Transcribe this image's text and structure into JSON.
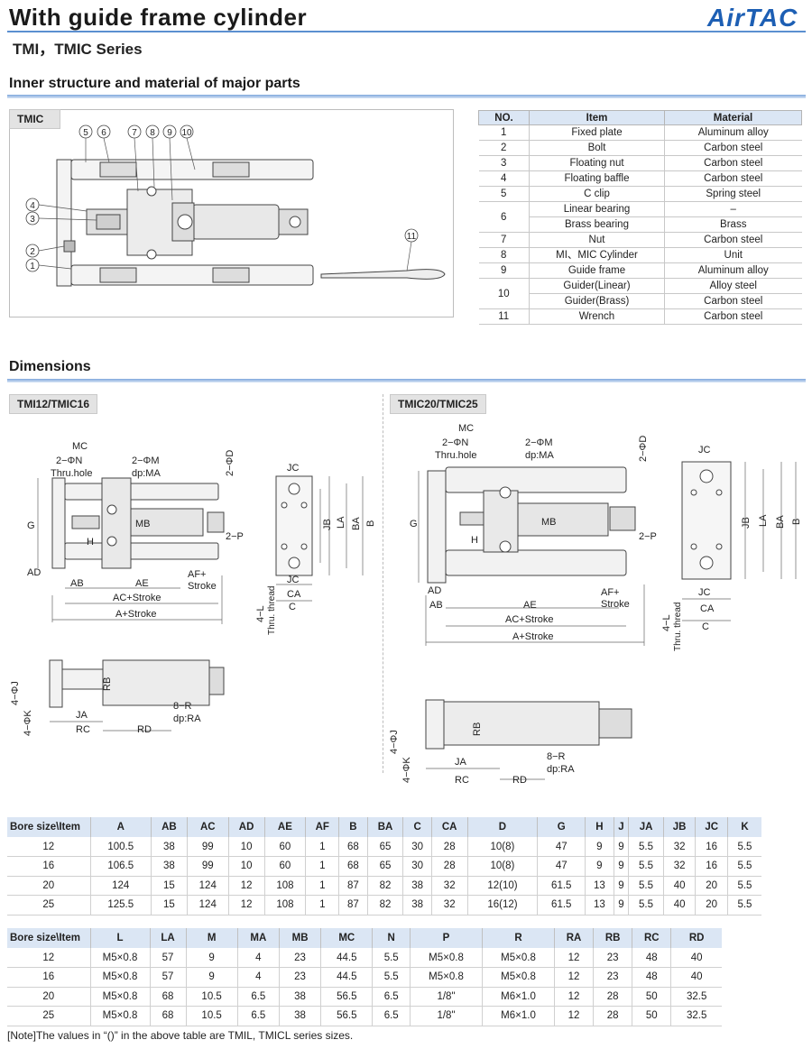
{
  "header": {
    "title": "With guide frame cylinder",
    "series": "TMI，TMIC Series",
    "brand": "AirTAC"
  },
  "colors": {
    "accent": "#1d5fb4",
    "header_fill": "#dbe6f4"
  },
  "structure": {
    "heading": "Inner structure and material of major parts",
    "panel_label": "TMIC",
    "callouts": [
      "5",
      "6",
      "7",
      "8",
      "9",
      "10",
      "4",
      "3",
      "2",
      "1",
      "11"
    ],
    "parts_table": {
      "headers": [
        "NO.",
        "Item",
        "Material"
      ],
      "rows": [
        {
          "no": "1",
          "item": "Fixed plate",
          "material": "Aluminum alloy"
        },
        {
          "no": "2",
          "item": "Bolt",
          "material": "Carbon steel"
        },
        {
          "no": "3",
          "item": "Floating nut",
          "material": "Carbon steel"
        },
        {
          "no": "4",
          "item": "Floating baffle",
          "material": "Carbon steel"
        },
        {
          "no": "5",
          "item": "C clip",
          "material": "Spring steel"
        },
        {
          "no": "6",
          "item": "Linear bearing",
          "material": "–",
          "item2": "Brass bearing",
          "material2": "Brass"
        },
        {
          "no": "7",
          "item": "Nut",
          "material": "Carbon steel"
        },
        {
          "no": "8",
          "item": "MI、MIC Cylinder",
          "material": "Unit"
        },
        {
          "no": "9",
          "item": "Guide frame",
          "material": "Aluminum alloy"
        },
        {
          "no": "10",
          "item": "Guider(Linear)",
          "material": "Alloy steel",
          "item2": "Guider(Brass)",
          "material2": "Carbon steel"
        },
        {
          "no": "11",
          "item": "Wrench",
          "material": "Carbon steel"
        }
      ]
    }
  },
  "dimensions": {
    "heading": "Dimensions",
    "left_panel": "TMI12/TMIC16",
    "right_panel": "TMIC20/TMIC25",
    "labels": {
      "mc": "MC",
      "n": "2−ΦN",
      "thru": "Thru.hole",
      "m": "2−ΦM",
      "dpma": "dp:MA",
      "d": "2−ΦD",
      "g": "G",
      "h": "H",
      "mb": "MB",
      "p": "2−P",
      "ad": "AD",
      "ab": "AB",
      "ae": "AE",
      "af": "AF+",
      "stroke": "Stroke",
      "ac": "AC+Stroke",
      "a": "A+Stroke",
      "jc": "JC",
      "jb": "JB",
      "la": "LA",
      "ba": "BA",
      "b": "B",
      "ca": "CA",
      "c": "C",
      "l": "4−L",
      "thread": "Thru. thread",
      "j": "4−ΦJ",
      "k": "4−ΦK",
      "rb": "RB",
      "ja": "JA",
      "rc": "RC",
      "rd": "RD",
      "r": "8−R",
      "dpra": "dp:RA"
    },
    "table1": {
      "headers": [
        "Bore size\\Item",
        "A",
        "AB",
        "AC",
        "AD",
        "AE",
        "AF",
        "B",
        "BA",
        "C",
        "CA",
        "D",
        "G",
        "H",
        "J",
        "JA",
        "JB",
        "JC",
        "K"
      ],
      "rows": [
        [
          "12",
          "100.5",
          "38",
          "99",
          "10",
          "60",
          "1",
          "68",
          "65",
          "30",
          "28",
          "10(8)",
          "47",
          "9",
          "9",
          "5.5",
          "32",
          "16",
          "5.5"
        ],
        [
          "16",
          "106.5",
          "38",
          "99",
          "10",
          "60",
          "1",
          "68",
          "65",
          "30",
          "28",
          "10(8)",
          "47",
          "9",
          "9",
          "5.5",
          "32",
          "16",
          "5.5"
        ],
        [
          "20",
          "124",
          "15",
          "124",
          "12",
          "108",
          "1",
          "87",
          "82",
          "38",
          "32",
          "12(10)",
          "61.5",
          "13",
          "9",
          "5.5",
          "40",
          "20",
          "5.5"
        ],
        [
          "25",
          "125.5",
          "15",
          "124",
          "12",
          "108",
          "1",
          "87",
          "82",
          "38",
          "32",
          "16(12)",
          "61.5",
          "13",
          "9",
          "5.5",
          "40",
          "20",
          "5.5"
        ]
      ]
    },
    "table2": {
      "headers": [
        "Bore size\\Item",
        "L",
        "LA",
        "M",
        "MA",
        "MB",
        "MC",
        "N",
        "P",
        "R",
        "RA",
        "RB",
        "RC",
        "RD"
      ],
      "rows": [
        [
          "12",
          "M5×0.8",
          "57",
          "9",
          "4",
          "23",
          "44.5",
          "5.5",
          "M5×0.8",
          "M5×0.8",
          "12",
          "23",
          "48",
          "40"
        ],
        [
          "16",
          "M5×0.8",
          "57",
          "9",
          "4",
          "23",
          "44.5",
          "5.5",
          "M5×0.8",
          "M5×0.8",
          "12",
          "23",
          "48",
          "40"
        ],
        [
          "20",
          "M5×0.8",
          "68",
          "10.5",
          "6.5",
          "38",
          "56.5",
          "6.5",
          "1/8\"",
          "M6×1.0",
          "12",
          "28",
          "50",
          "32.5"
        ],
        [
          "25",
          "M5×0.8",
          "68",
          "10.5",
          "6.5",
          "38",
          "56.5",
          "6.5",
          "1/8\"",
          "M6×1.0",
          "12",
          "28",
          "50",
          "32.5"
        ]
      ]
    },
    "note": "[Note]The values in “()” in the above table are TMIL, TMICL series sizes."
  }
}
